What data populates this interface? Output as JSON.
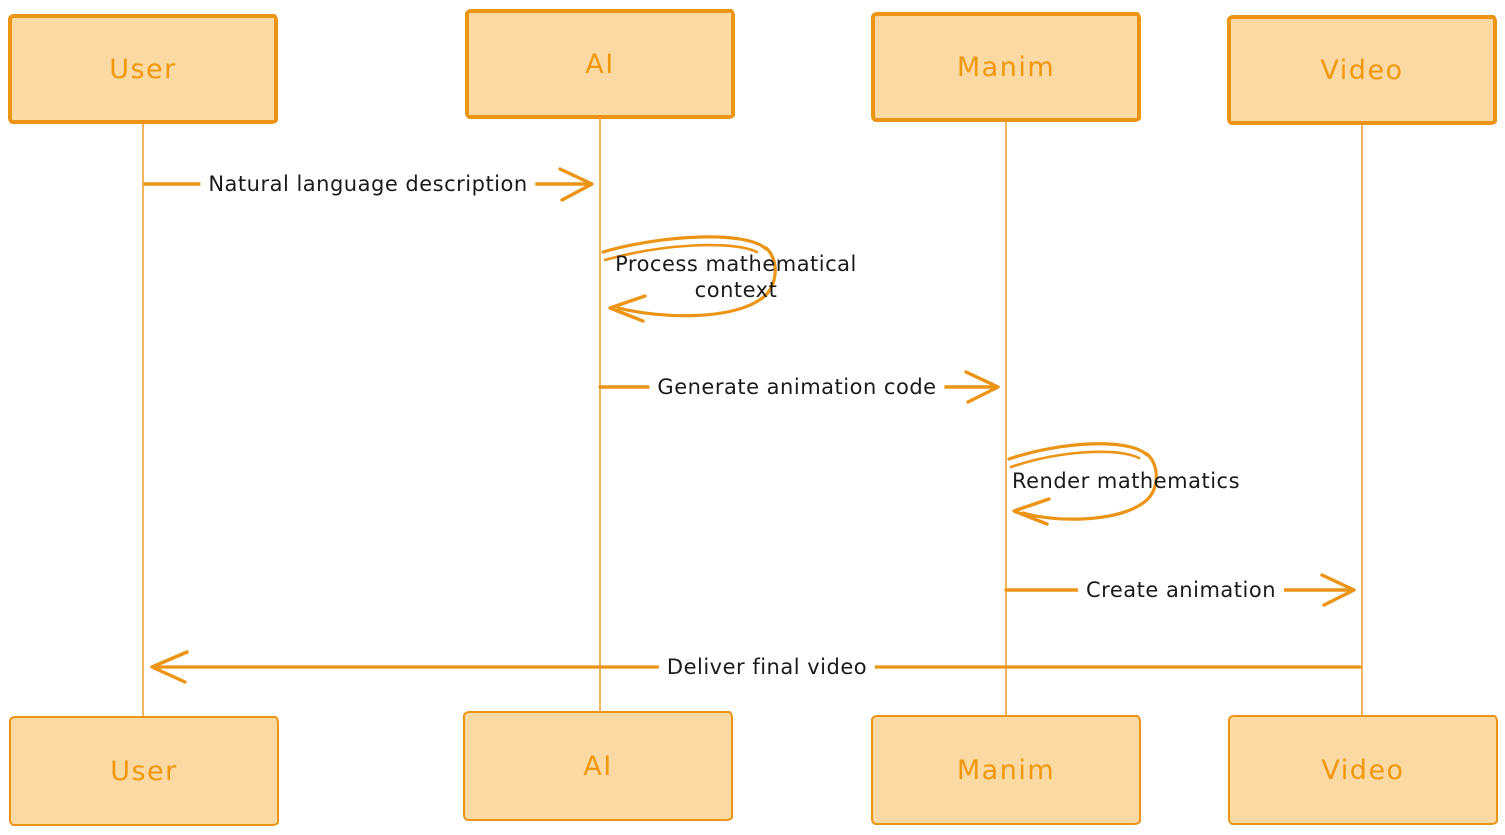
{
  "diagram_type": "sequence-diagram",
  "colors": {
    "box_fill": "#FBD9A3",
    "box_border": "#EC9415",
    "actor_text": "#F0970D",
    "lifeline": "#F0A236",
    "arrow": "#EC9415",
    "message_text": "#1B1B1B",
    "background": "#FFFFFF"
  },
  "actors": [
    {
      "label": "User"
    },
    {
      "label": "AI"
    },
    {
      "label": "Manim"
    },
    {
      "label": "Video"
    }
  ],
  "messages": [
    {
      "from": "User",
      "to": "AI",
      "kind": "message",
      "label": "Natural language description"
    },
    {
      "from": "AI",
      "to": "AI",
      "kind": "self-message",
      "label": "Process mathematical context"
    },
    {
      "from": "AI",
      "to": "Manim",
      "kind": "message",
      "label": "Generate animation code"
    },
    {
      "from": "Manim",
      "to": "Manim",
      "kind": "self-message",
      "label": "Render mathematics"
    },
    {
      "from": "Manim",
      "to": "Video",
      "kind": "message",
      "label": "Create animation"
    },
    {
      "from": "Video",
      "to": "User",
      "kind": "message",
      "label": "Deliver final video"
    }
  ]
}
